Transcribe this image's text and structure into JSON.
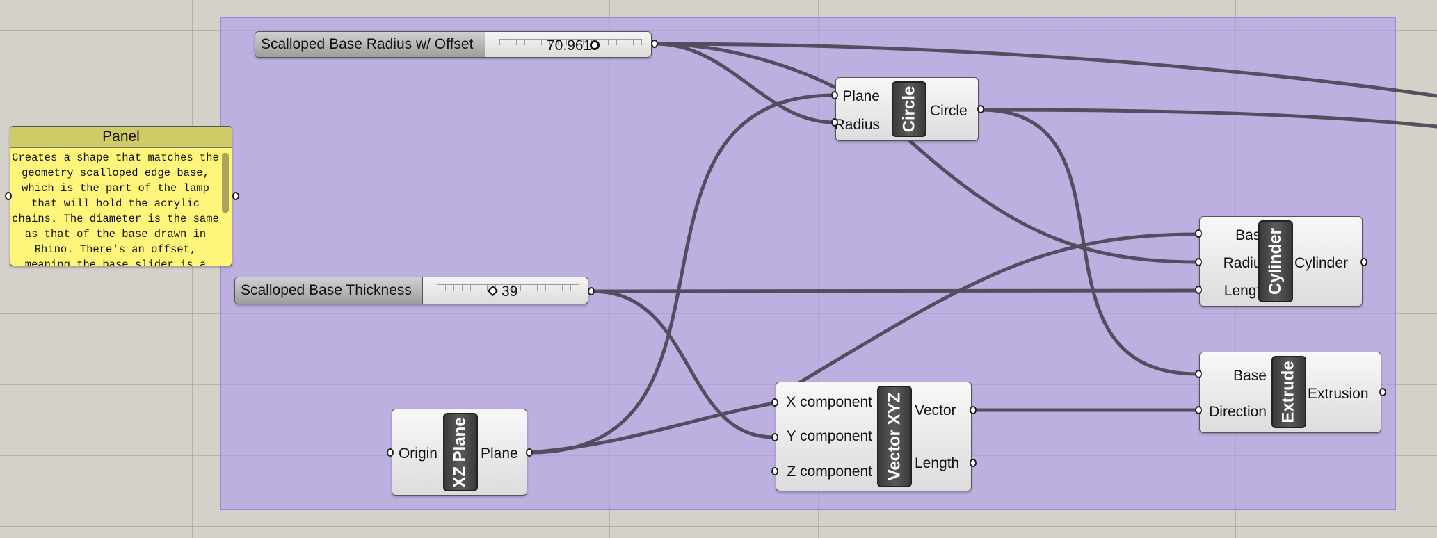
{
  "panel": {
    "title": "Panel",
    "text": "Creates a shape that matches the geometry scalloped edge base, which is the part of the lamp that will hold the acrylic chains. The diameter is the same as that of the base drawn in Rhino. There's an offset, meaning the base slider is a"
  },
  "sliders": {
    "radius": {
      "name": "Scalloped Base Radius w/ Offset",
      "value": "70.961"
    },
    "thickness": {
      "name": "Scalloped Base Thickness",
      "value": "39"
    }
  },
  "components": {
    "circle": {
      "nick": "Circle",
      "inputs": [
        "Plane",
        "Radius"
      ],
      "outputs": [
        "Circle"
      ]
    },
    "cylinder": {
      "nick": "Cylinder",
      "inputs": [
        "Base",
        "Radius",
        "Length"
      ],
      "outputs": [
        "Cylinder"
      ]
    },
    "extrude": {
      "nick": "Extrude",
      "inputs": [
        "Base",
        "Direction"
      ],
      "outputs": [
        "Extrusion"
      ]
    },
    "vector": {
      "nick": "Vector XYZ",
      "inputs": [
        "X component",
        "Y component",
        "Z component"
      ],
      "outputs": [
        "Vector",
        "Length"
      ]
    },
    "xzplane": {
      "nick": "XZ Plane",
      "inputs": [
        "Origin"
      ],
      "outputs": [
        "Plane"
      ]
    }
  },
  "colors": {
    "group_fill": "#b9a6ec",
    "panel_fill": "#fff57a",
    "wire": "#4a4252"
  }
}
